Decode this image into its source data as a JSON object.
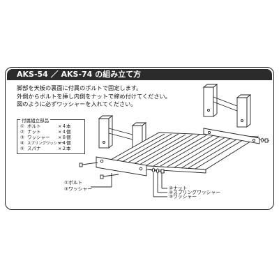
{
  "title": "AKS-54 ／ AKS-74 の組み立て方",
  "instructions": [
    "脚部を天板の裏面に付属のボルトで固定します。",
    "外側からボルトを挿し内側をナットで締め付けてください。",
    "図のように必ずワッシャーを入れてください。"
  ],
  "parts": {
    "heading": "付属組立部品",
    "items": [
      {
        "num": "①",
        "name": "ボルト",
        "qty": "×４本"
      },
      {
        "num": "②",
        "name": "ナット",
        "qty": "×４個"
      },
      {
        "num": "③",
        "name": "ワッシャー",
        "qty": "×８個"
      },
      {
        "num": "④",
        "name": "スプリングワッシャー",
        "qty": "×４個"
      },
      {
        "num": "⑤",
        "name": "スパナ",
        "qty": "×２本"
      }
    ]
  },
  "callouts": {
    "left_bolt": "①ボルト",
    "left_washer": "③ワッシャー",
    "right_nut": "②ナット",
    "right_spring": "④スプリングワッシャー",
    "right_washer": "③ワッシャー"
  }
}
